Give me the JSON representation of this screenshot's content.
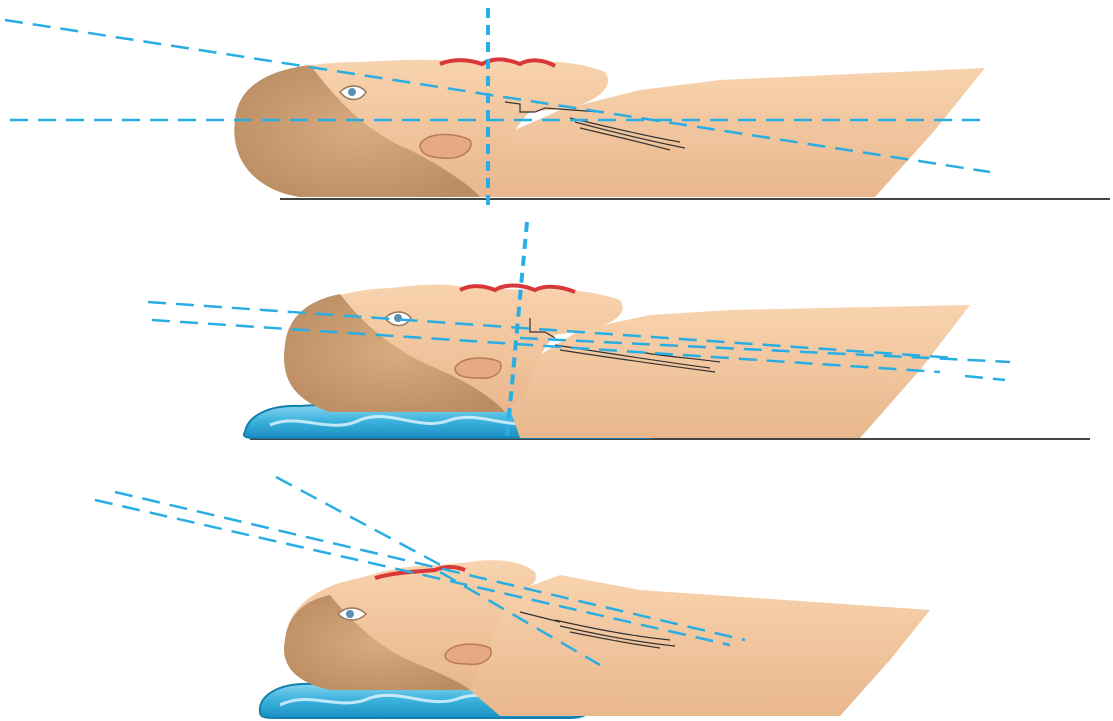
{
  "colors": {
    "background": "#ffffff",
    "skin": "#f4c9a0",
    "skin_shadow": "#e1a67c",
    "hair": "#c79a6e",
    "hair_dark": "#b3875c",
    "lips": "#d9383a",
    "axis_line": "#29aee3",
    "surface_line": "#444444",
    "pillow": "#1f9fd0",
    "pillow_light": "#bfe9f7",
    "eye_white": "#ffffff",
    "iris": "#5a8fb6",
    "anatomy_line": "#333333"
  },
  "panels": [
    {
      "id": "supine-neutral",
      "has_pillow": false,
      "description_icon": "head-supine-icon"
    },
    {
      "id": "head-elevated",
      "has_pillow": true,
      "description_icon": "head-elevated-icon"
    },
    {
      "id": "sniffing-extended",
      "has_pillow": true,
      "description_icon": "head-extended-icon"
    }
  ]
}
